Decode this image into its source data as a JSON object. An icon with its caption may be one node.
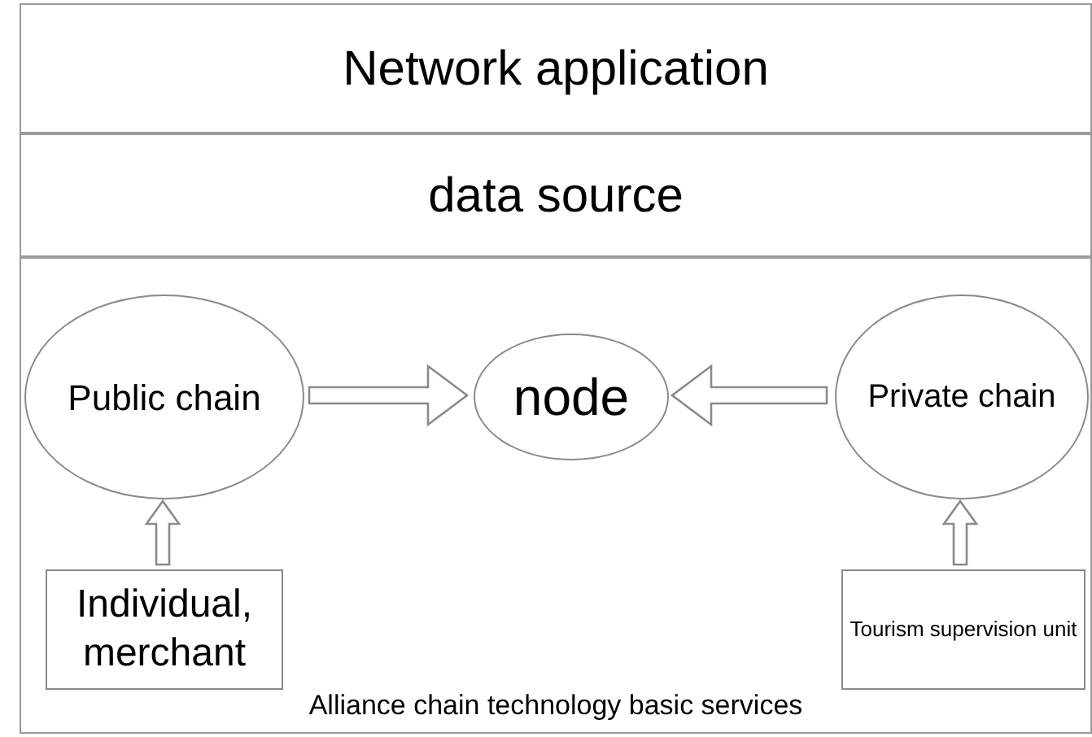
{
  "diagram": {
    "nodes": [
      {
        "text": [
          "Network application"
        ]
      },
      {
        "text": [
          "data source"
        ]
      },
      {
        "text": [
          "Alliance chain technology basic services"
        ]
      },
      {
        "text": [
          "Public chain"
        ],
        "in": 2
      },
      {
        "text": [
          "node"
        ],
        "in": 2
      },
      {
        "text": [
          "Private chain"
        ],
        "in": 2
      },
      {
        "text": [
          "Individual, merchant"
        ],
        "in": 2
      },
      {
        "text": [
          "Tourism supervision unit"
        ],
        "in": 2
      }
    ],
    "edges": [
      {
        "from": 3,
        "to": 4,
        "arrow": "to"
      },
      {
        "from": 5,
        "to": 4,
        "arrow": "to"
      },
      {
        "from": 6,
        "to": 3,
        "arrow": "to"
      },
      {
        "from": 7,
        "to": 5,
        "arrow": "to"
      }
    ]
  }
}
